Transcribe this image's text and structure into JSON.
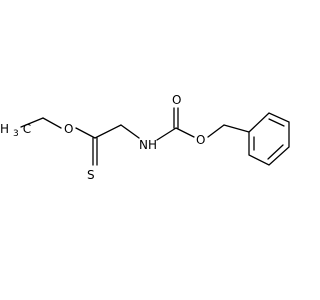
{
  "molecule": {
    "atoms": {
      "methyl_prefix": "H",
      "methyl_sub": "3",
      "methyl_suffix": "C",
      "ester_oxygen": "O",
      "thione_sulfur": "S",
      "amine_nitrogen": "NH",
      "carbonyl_oxygen": "O",
      "carbamate_oxygen": "O"
    }
  }
}
